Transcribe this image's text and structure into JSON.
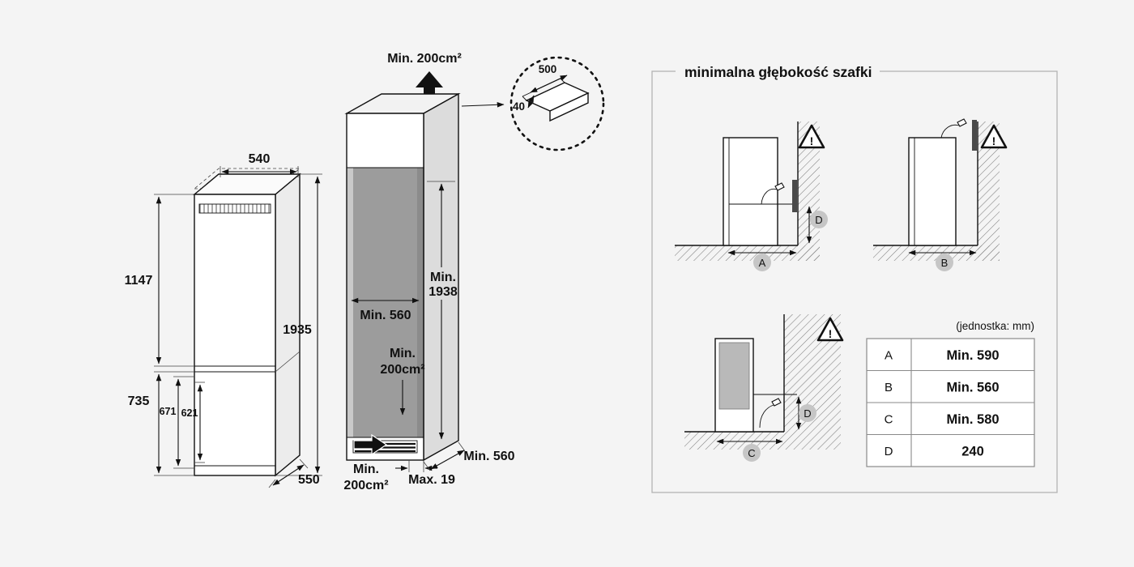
{
  "canvas": {
    "bg": "#f4f4f4",
    "line": "#111111",
    "badge_gray": "#c6c6c6"
  },
  "fridge_view": {
    "top_width": "540",
    "upper_height": "1147",
    "total_height": "1935",
    "lower_height": "735",
    "door_inner_a": "671",
    "door_inner_b": "621",
    "depth": "550"
  },
  "niche_view": {
    "top_vent": "Min. 200cm²",
    "inner_height_l1": "Min.",
    "inner_height_l2": "1938",
    "inner_width": "Min. 560",
    "inner_vent_l1": "Min.",
    "inner_vent_l2": "200cm²",
    "bottom_vent_l1": "Min.",
    "bottom_vent_l2": "200cm²",
    "plinth": "Max. 19",
    "depth": "Min. 560",
    "detail": {
      "width": "500",
      "gap": "40"
    }
  },
  "panel": {
    "title": "minimalna głębokość szafki",
    "unit_note": "(jednostka: mm)",
    "warning": "!",
    "diagram_a_label": "A",
    "diagram_b_label": "B",
    "diagram_c_label": "C",
    "dim_d_label": "D",
    "table": {
      "rows": [
        {
          "key": "A",
          "value": "Min. 590"
        },
        {
          "key": "B",
          "value": "Min. 560"
        },
        {
          "key": "C",
          "value": "Min. 580"
        },
        {
          "key": "D",
          "value": "240"
        }
      ]
    }
  }
}
